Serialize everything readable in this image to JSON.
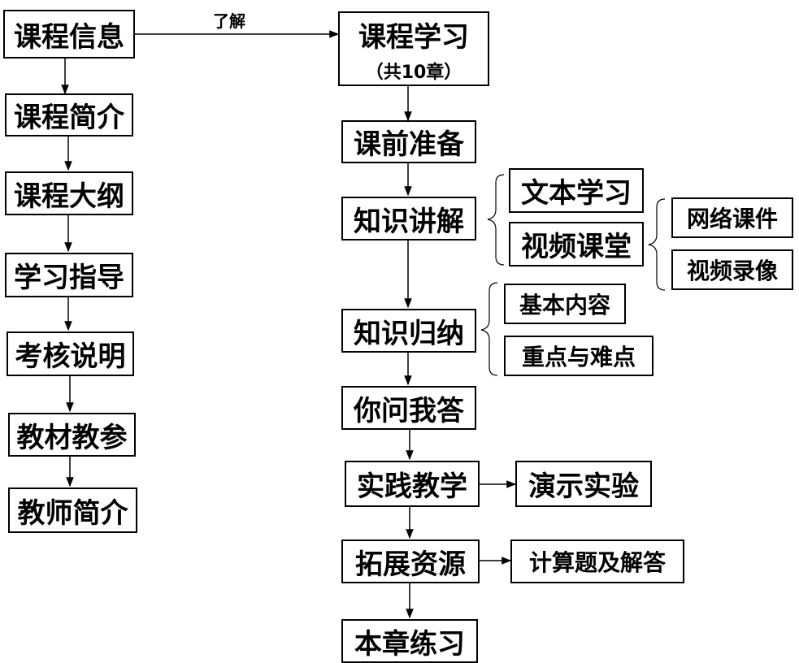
{
  "left_column": {
    "course_info": "课程信息",
    "items": [
      "课程简介",
      "课程大纲",
      "学习指导",
      "考核说明",
      "教材教参",
      "教师简介"
    ]
  },
  "link_label": "了解",
  "right_column": {
    "course_study": "课程学习",
    "chapter_count": "（共10章）",
    "items": [
      "课前准备",
      "知识讲解",
      "知识归纳",
      "你问我答",
      "实践教学",
      "拓展资源",
      "本章练习"
    ]
  },
  "knowledge_explain": {
    "children": [
      "文本学习",
      "视频课堂"
    ],
    "video_children": [
      "网络课件",
      "视频录像"
    ]
  },
  "knowledge_summary": {
    "children": [
      "基本内容",
      "重点与难点"
    ]
  },
  "practice_child": "演示实验",
  "extension_child": "计算题及解答"
}
